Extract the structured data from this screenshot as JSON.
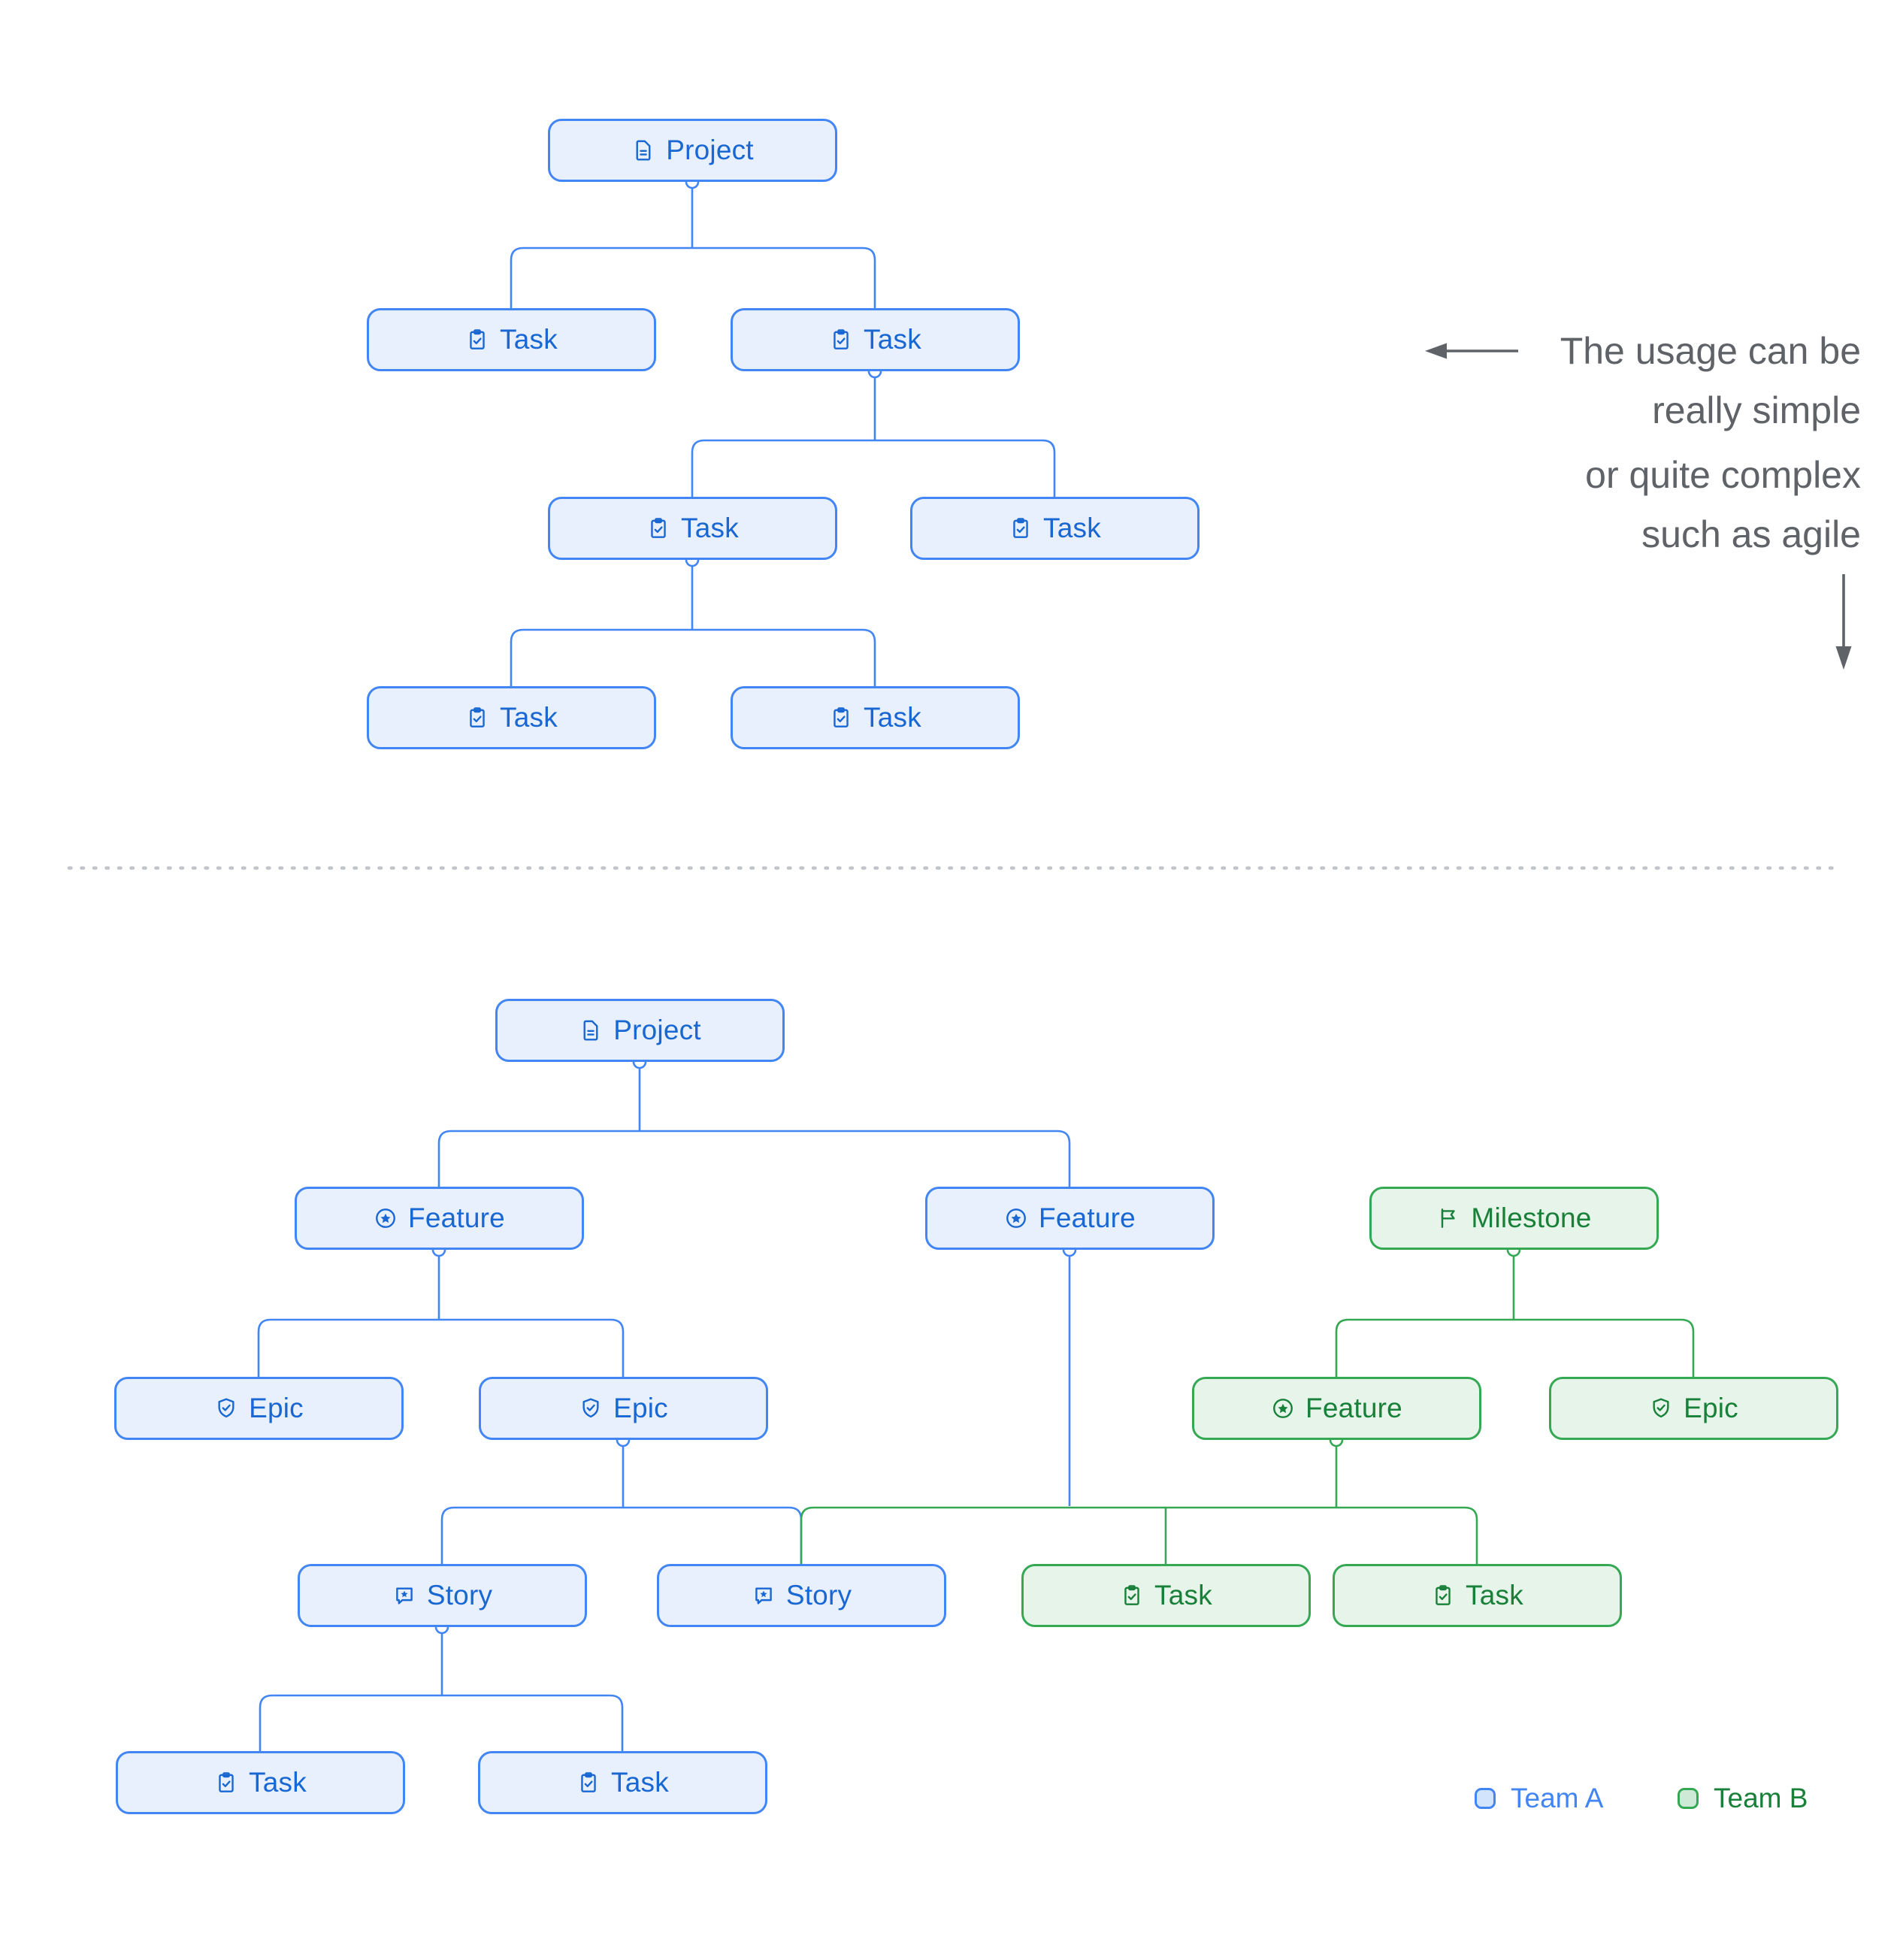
{
  "colors": {
    "team_a_accent": "#4285f4",
    "team_a_fill": "#e8f0fe",
    "team_a_text": "#1967d2",
    "team_b_accent": "#34a853",
    "team_b_fill": "#e6f4ea",
    "team_b_text": "#188038",
    "annotation_gray": "#5f6368",
    "divider_gray": "#c1c5c9"
  },
  "annotation": {
    "lines": [
      "The usage can be",
      "really simple",
      "or quite complex",
      "such as agile"
    ]
  },
  "top_diagram": {
    "nodes": [
      {
        "id": "project",
        "label": "Project",
        "type": "project",
        "team": "A"
      },
      {
        "id": "task-1",
        "label": "Task",
        "type": "task",
        "team": "A"
      },
      {
        "id": "task-2",
        "label": "Task",
        "type": "task",
        "team": "A"
      },
      {
        "id": "task-3",
        "label": "Task",
        "type": "task",
        "team": "A"
      },
      {
        "id": "task-4",
        "label": "Task",
        "type": "task",
        "team": "A"
      },
      {
        "id": "task-5",
        "label": "Task",
        "type": "task",
        "team": "A"
      },
      {
        "id": "task-6",
        "label": "Task",
        "type": "task",
        "team": "A"
      }
    ]
  },
  "bottom_diagram": {
    "nodes": [
      {
        "id": "project",
        "label": "Project",
        "type": "project",
        "team": "A"
      },
      {
        "id": "feature-1",
        "label": "Feature",
        "type": "feature",
        "team": "A"
      },
      {
        "id": "feature-2",
        "label": "Feature",
        "type": "feature",
        "team": "A"
      },
      {
        "id": "milestone",
        "label": "Milestone",
        "type": "milestone",
        "team": "B"
      },
      {
        "id": "epic-1",
        "label": "Epic",
        "type": "epic",
        "team": "A"
      },
      {
        "id": "epic-2",
        "label": "Epic",
        "type": "epic",
        "team": "A"
      },
      {
        "id": "feature-3",
        "label": "Feature",
        "type": "feature",
        "team": "B"
      },
      {
        "id": "epic-3",
        "label": "Epic",
        "type": "epic",
        "team": "B"
      },
      {
        "id": "story-1",
        "label": "Story",
        "type": "story",
        "team": "A"
      },
      {
        "id": "story-2",
        "label": "Story",
        "type": "story",
        "team": "A"
      },
      {
        "id": "gtask-1",
        "label": "Task",
        "type": "task",
        "team": "B"
      },
      {
        "id": "gtask-2",
        "label": "Task",
        "type": "task",
        "team": "B"
      },
      {
        "id": "btask-1",
        "label": "Task",
        "type": "task",
        "team": "A"
      },
      {
        "id": "btask-2",
        "label": "Task",
        "type": "task",
        "team": "A"
      }
    ]
  },
  "legend": {
    "team_a": "Team A",
    "team_b": "Team B"
  }
}
